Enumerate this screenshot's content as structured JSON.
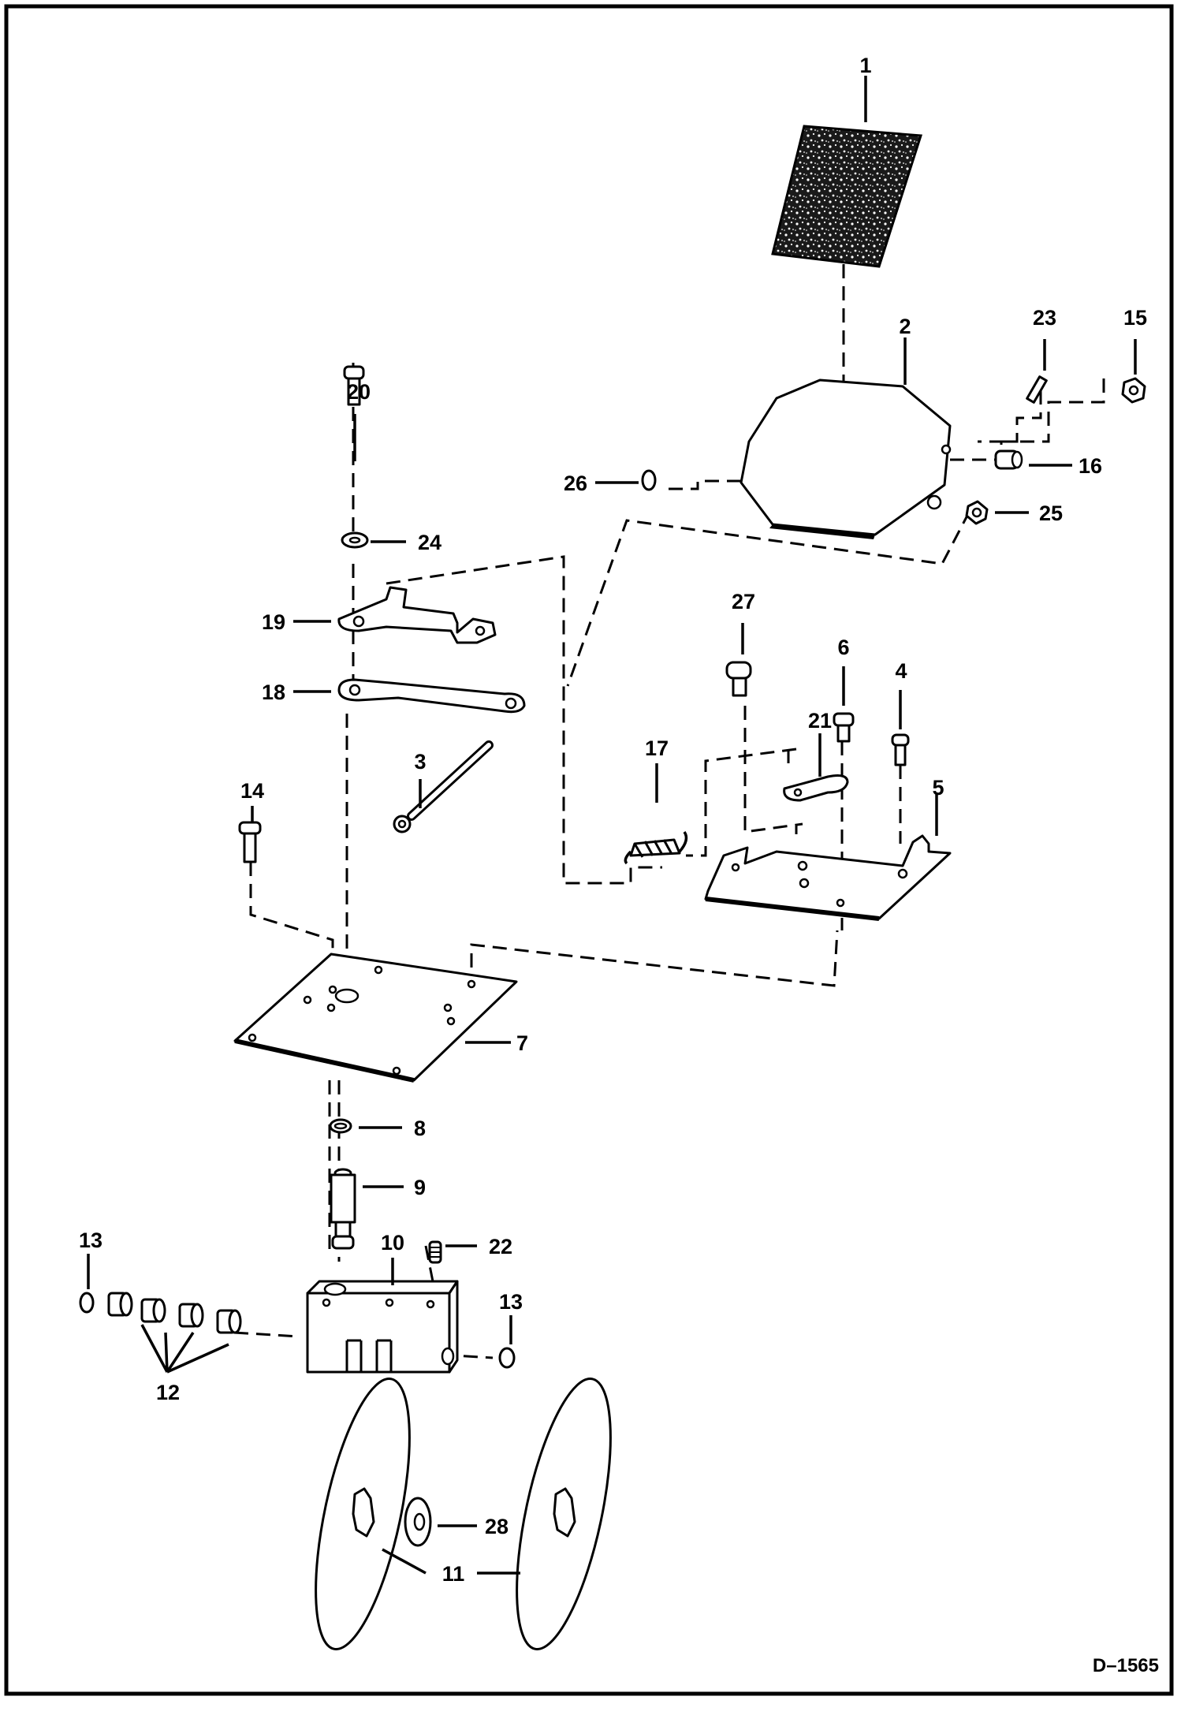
{
  "drawing_code": "D–1565",
  "callouts": {
    "p1": "1",
    "p2": "2",
    "p3": "3",
    "p4": "4",
    "p5": "5",
    "p6": "6",
    "p7": "7",
    "p8": "8",
    "p9": "9",
    "p10": "10",
    "p11": "11",
    "p12": "12",
    "p13a": "13",
    "p13b": "13",
    "p14": "14",
    "p15": "15",
    "p16": "16",
    "p17": "17",
    "p18": "18",
    "p19": "19",
    "p20": "20",
    "p21": "21",
    "p22": "22",
    "p23": "23",
    "p24": "24",
    "p25": "25",
    "p26": "26",
    "p27": "27",
    "p28": "28"
  }
}
